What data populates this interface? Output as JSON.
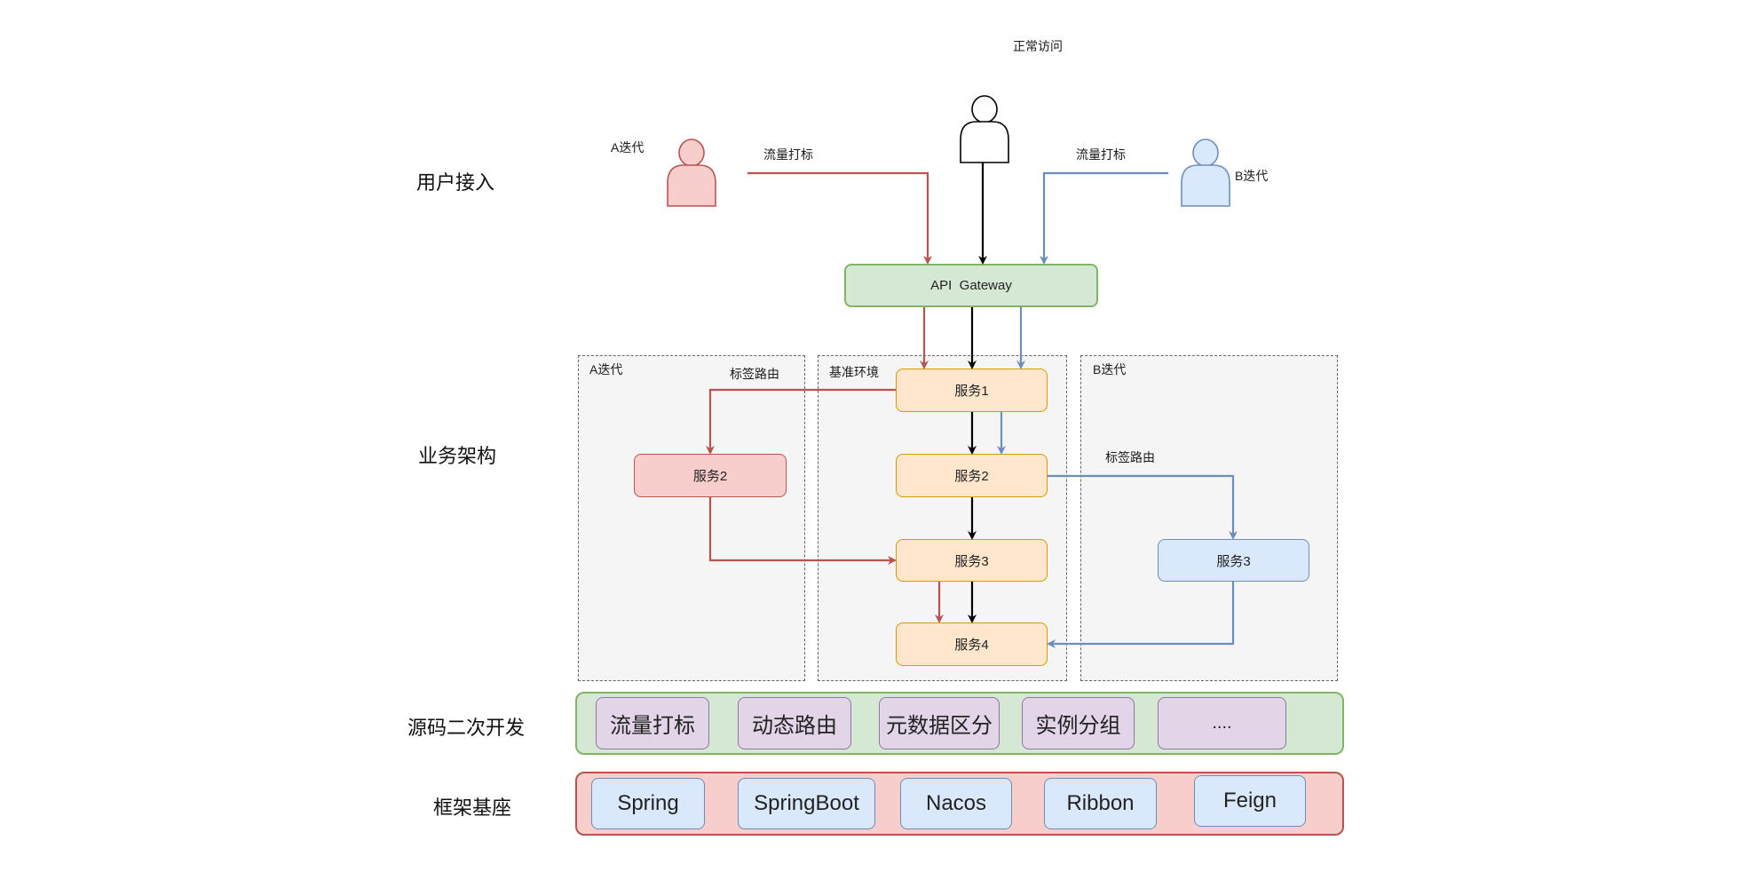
{
  "layers": {
    "user_access": "用户接入",
    "business": "业务架构",
    "source_dev": "源码二次开发",
    "framework": "框架基座"
  },
  "users": {
    "normal_label": "正常访问",
    "a_label": "A迭代",
    "b_label": "B迭代",
    "a_edge_label": "流量打标",
    "b_edge_label": "流量打标"
  },
  "gateway": {
    "label": "API  Gateway"
  },
  "containers": {
    "a": {
      "title": "A迭代",
      "route_label": "标签路由"
    },
    "base": {
      "title": "基准环境"
    },
    "b": {
      "title": "B迭代",
      "route_label": "标签路由"
    }
  },
  "services": {
    "base": [
      "服务1",
      "服务2",
      "服务3",
      "服务4"
    ],
    "a": [
      "服务2"
    ],
    "b": [
      "服务3"
    ]
  },
  "source_dev_items": [
    "流量打标",
    "动态路由",
    "元数据区分",
    "实例分组",
    "...."
  ],
  "framework_items": [
    "Spring",
    "SpringBoot",
    "Nacos",
    "Ribbon",
    "Feign"
  ],
  "colors": {
    "red_flow": "#b85450",
    "blue_flow": "#6c8ebf",
    "normal_flow": "#000000"
  }
}
